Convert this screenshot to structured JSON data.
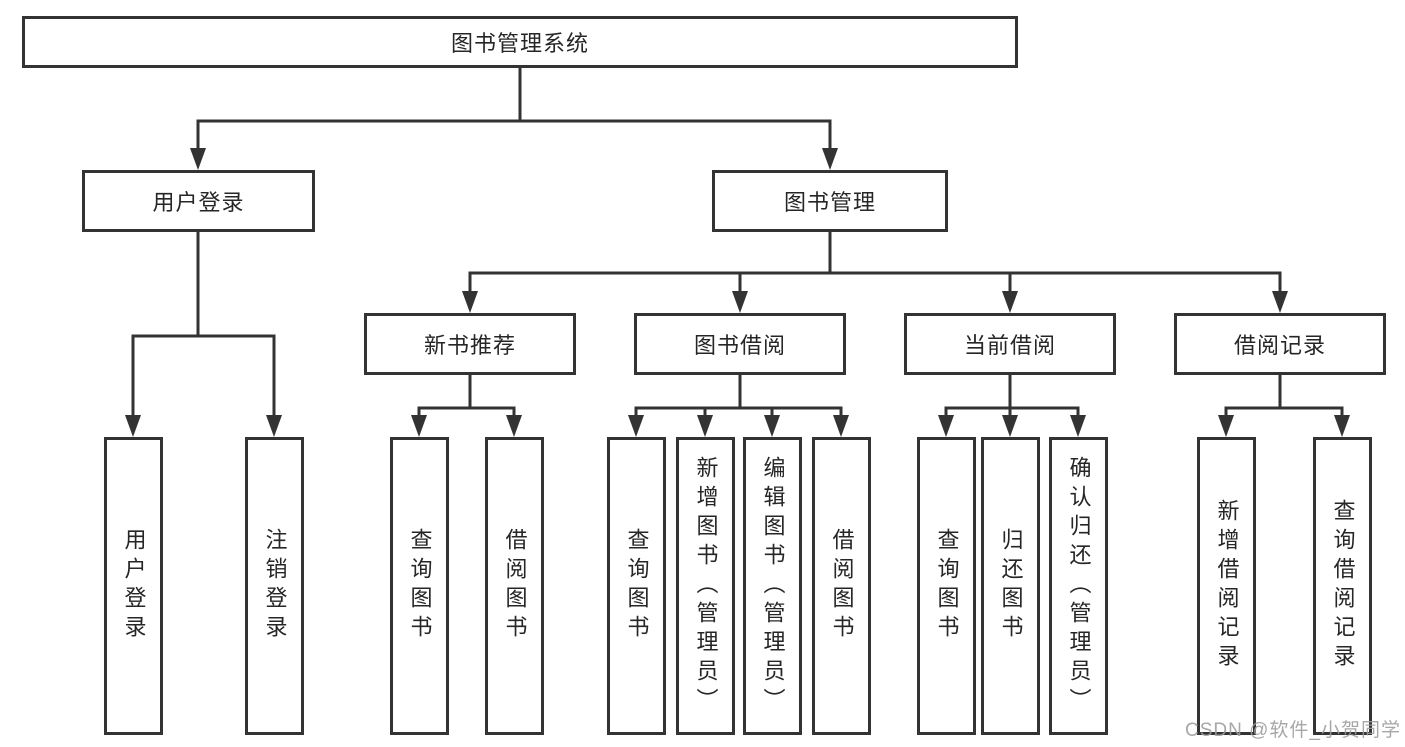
{
  "diagram": {
    "kind": "functional-structure-tree",
    "tree": {
      "id": "root",
      "label": "图书管理系统",
      "children": [
        {
          "id": "user-login",
          "label": "用户登录",
          "children": [
            {
              "id": "leaf-user-login",
              "label": "用户登录"
            },
            {
              "id": "leaf-logout",
              "label": "注销登录"
            }
          ]
        },
        {
          "id": "book-mgmt",
          "label": "图书管理",
          "children": [
            {
              "id": "new-book-rec",
              "label": "新书推荐",
              "children": [
                {
                  "id": "leaf-query-books-1",
                  "label": "查询图书"
                },
                {
                  "id": "leaf-borrow-books-1",
                  "label": "借阅图书"
                }
              ]
            },
            {
              "id": "book-borrow",
              "label": "图书借阅",
              "children": [
                {
                  "id": "leaf-query-books-2",
                  "label": "查询图书"
                },
                {
                  "id": "leaf-add-book-admin",
                  "label": "新增图书（管理员）"
                },
                {
                  "id": "leaf-edit-book-admin",
                  "label": "编辑图书（管理员）"
                },
                {
                  "id": "leaf-borrow-books-2",
                  "label": "借阅图书"
                }
              ]
            },
            {
              "id": "current-borrow",
              "label": "当前借阅",
              "children": [
                {
                  "id": "leaf-query-books-3",
                  "label": "查询图书"
                },
                {
                  "id": "leaf-return-books",
                  "label": "归还图书"
                },
                {
                  "id": "leaf-confirm-return-admin",
                  "label": "确认归还（管理员）"
                }
              ]
            },
            {
              "id": "borrow-records",
              "label": "借阅记录",
              "children": [
                {
                  "id": "leaf-add-borrow-record",
                  "label": "新增借阅记录"
                },
                {
                  "id": "leaf-query-borrow-record",
                  "label": "查询借阅记录"
                }
              ]
            }
          ]
        }
      ]
    },
    "edges": [
      [
        "root",
        "user-login"
      ],
      [
        "root",
        "book-mgmt"
      ],
      [
        "user-login",
        "leaf-user-login"
      ],
      [
        "user-login",
        "leaf-logout"
      ],
      [
        "book-mgmt",
        "new-book-rec"
      ],
      [
        "book-mgmt",
        "book-borrow"
      ],
      [
        "book-mgmt",
        "current-borrow"
      ],
      [
        "book-mgmt",
        "borrow-records"
      ],
      [
        "new-book-rec",
        "leaf-query-books-1"
      ],
      [
        "new-book-rec",
        "leaf-borrow-books-1"
      ],
      [
        "book-borrow",
        "leaf-query-books-2"
      ],
      [
        "book-borrow",
        "leaf-add-book-admin"
      ],
      [
        "book-borrow",
        "leaf-edit-book-admin"
      ],
      [
        "book-borrow",
        "leaf-borrow-books-2"
      ],
      [
        "current-borrow",
        "leaf-query-books-3"
      ],
      [
        "current-borrow",
        "leaf-return-books"
      ],
      [
        "current-borrow",
        "leaf-confirm-return-admin"
      ],
      [
        "borrow-records",
        "leaf-add-borrow-record"
      ],
      [
        "borrow-records",
        "leaf-query-borrow-record"
      ]
    ]
  },
  "watermark": {
    "text": "CSDN @软件_小贺同学"
  },
  "colors": {
    "line": "#333333",
    "box_border": "#333333",
    "box_fill": "#ffffff",
    "text": "#262626",
    "watermark": "#9e9e9e",
    "background": "#ffffff"
  }
}
